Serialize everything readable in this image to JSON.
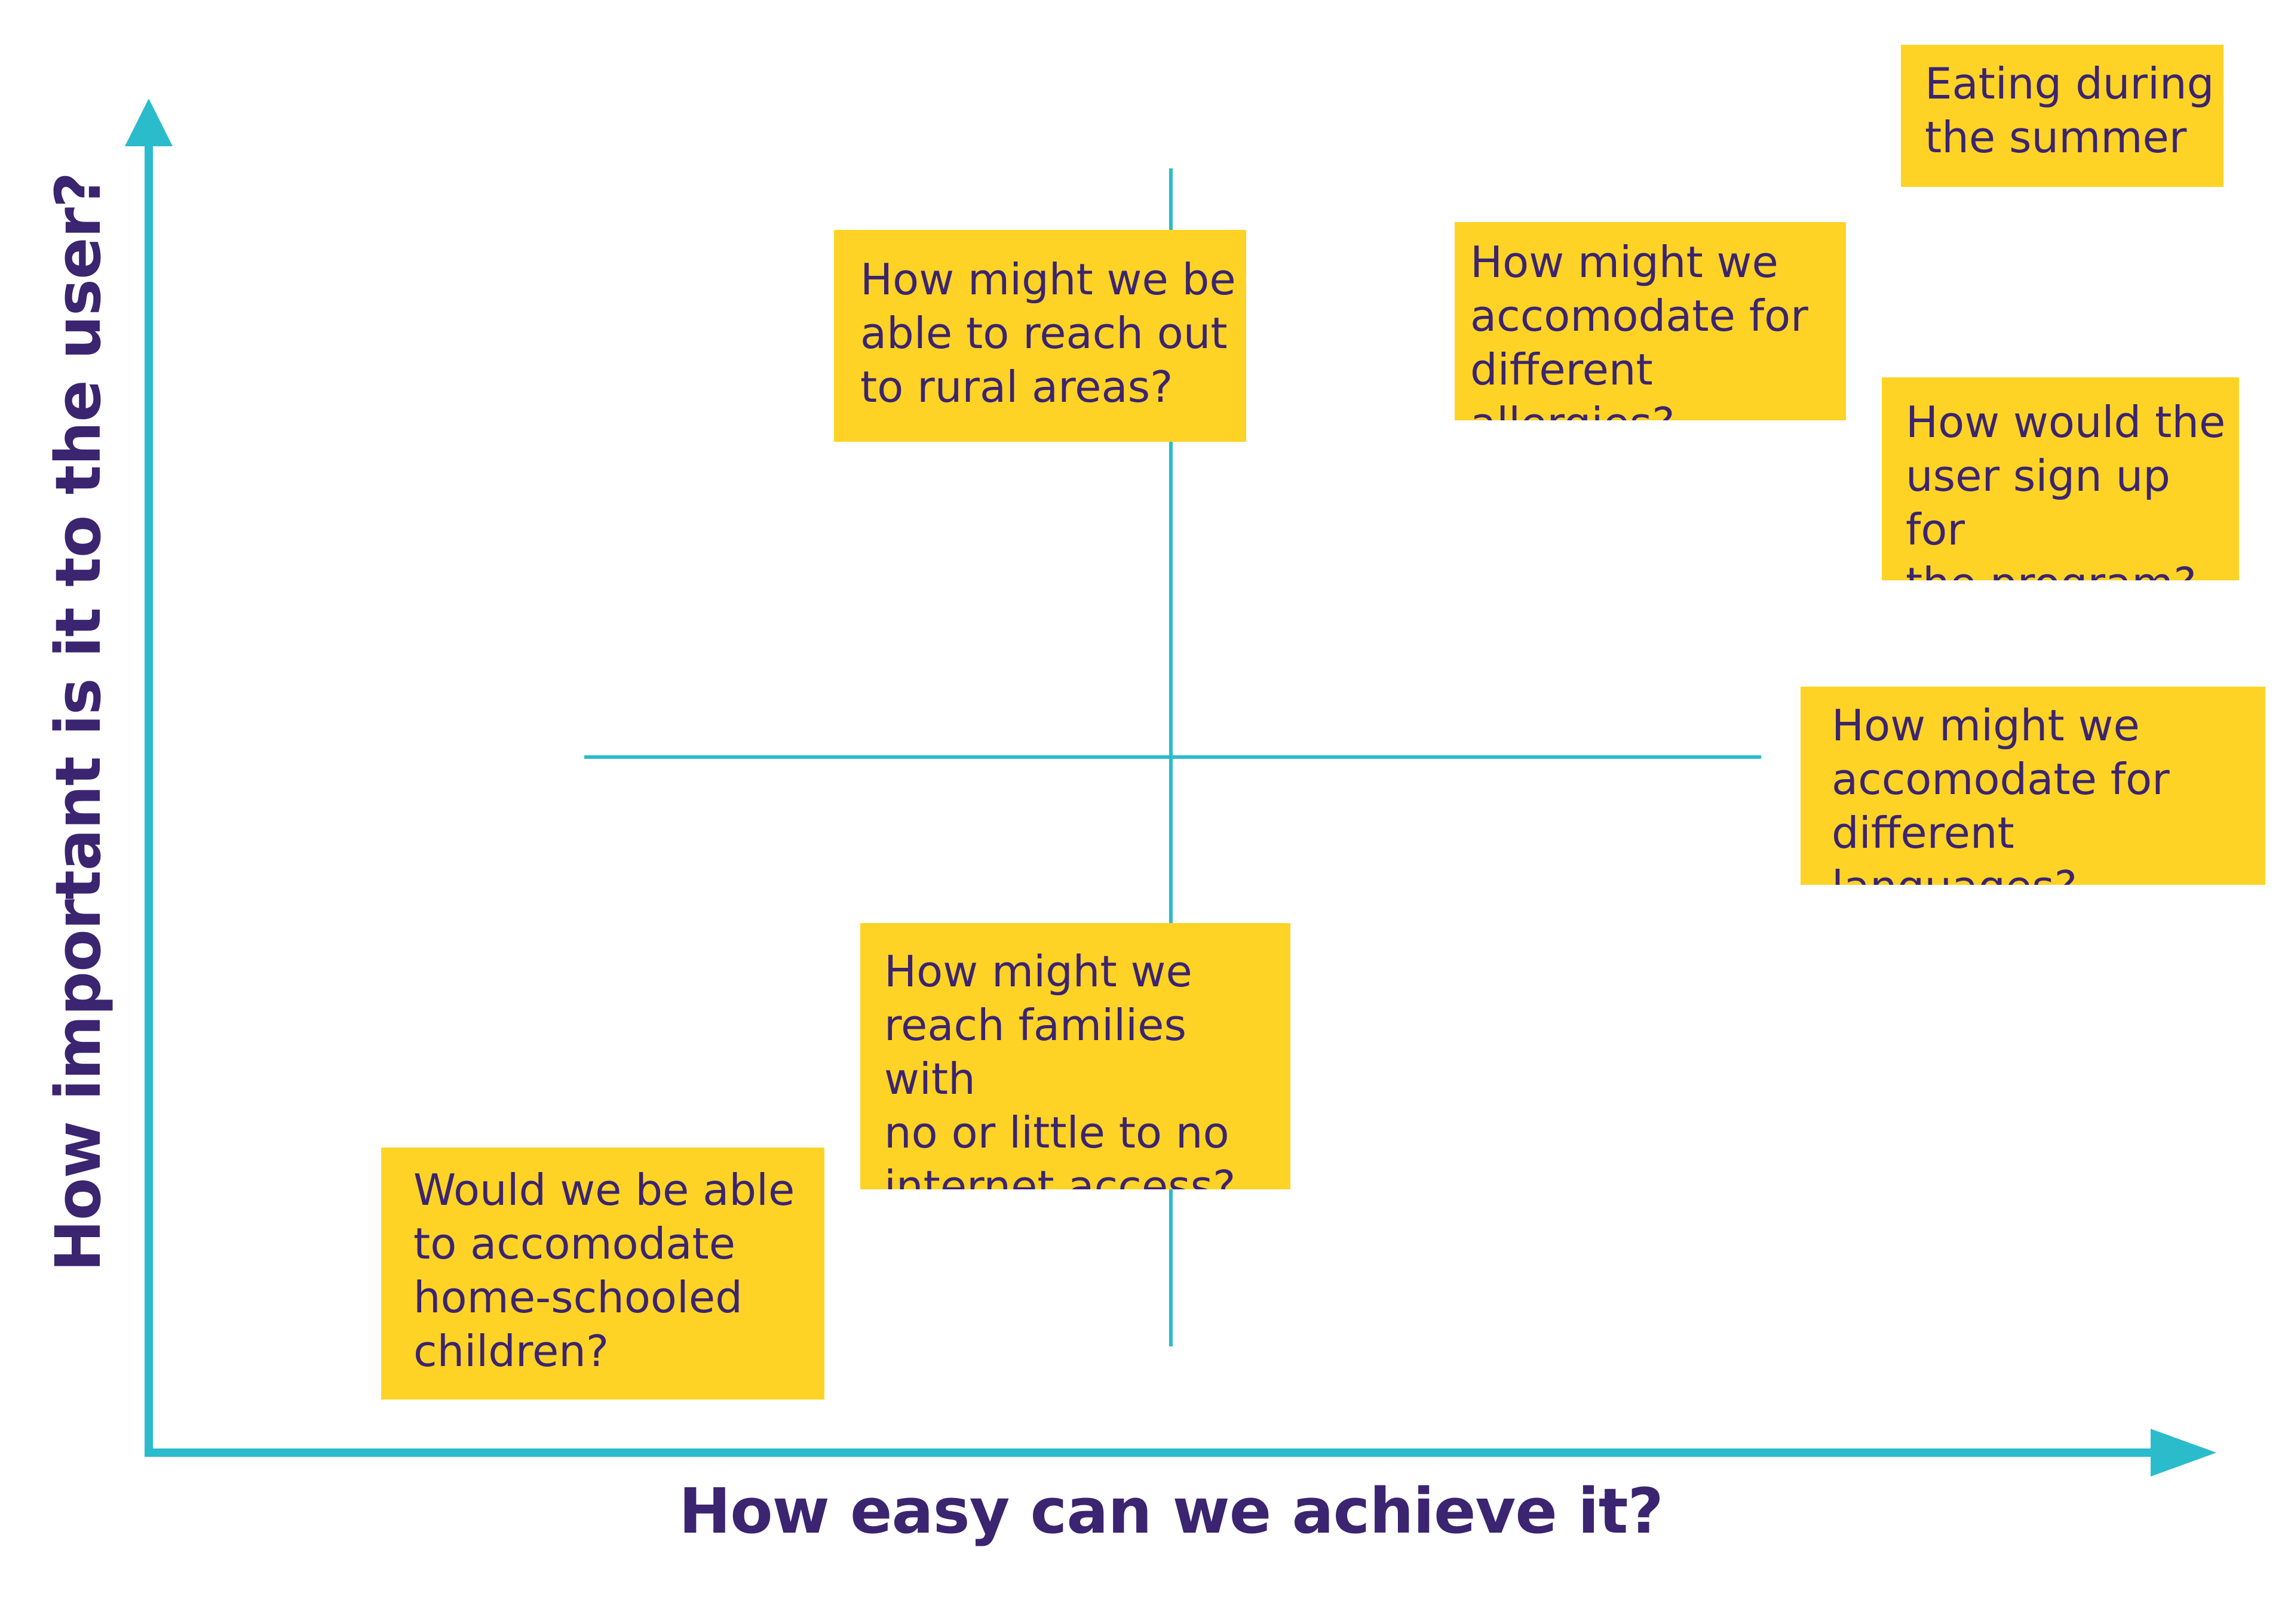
{
  "axes": {
    "x_label": "How easy can we achieve it?",
    "y_label": "How important is it to the user?",
    "color": "#2bbccb",
    "label_color": "#3b2470"
  },
  "notes": {
    "eating_summer": "Eating during\nthe summer",
    "rural_areas": "How might we be\nable to reach out\nto rural areas?",
    "allergies": "How might we\naccomodate for\ndifferent allergies?",
    "sign_up": "How would the\nuser sign up for\nthe program?",
    "languages": "How might we\naccomodate for\ndifferent languages?",
    "internet_access": "How might we\nreach families with\nno or little to no\ninternet access?",
    "home_schooled": "Would we be able\nto accomodate\nhome-schooled\nchildren?",
    "color": "#fed325"
  }
}
